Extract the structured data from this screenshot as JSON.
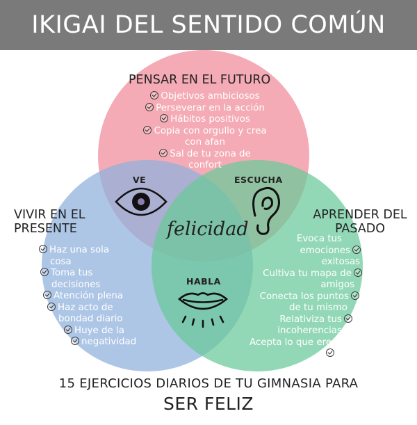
{
  "header": {
    "title": "IKIGAI DEL SENTIDO COMÚN"
  },
  "colors": {
    "red_circle": "#f08b98",
    "blue_circle": "#8fb0dc",
    "green_circle": "#69c99a",
    "header_bg": "#7a7a7a"
  },
  "circles": {
    "top": {
      "label": "PENSAR EN EL FUTURO",
      "items": [
        "Objetivos ambiciosos",
        "Perseverar en la acción",
        "Hábitos positivos",
        "Copia con orgullo y crea",
        "con afan",
        "Sal de tu zona de",
        "confort"
      ]
    },
    "left": {
      "label_line1": "VIVIR EN EL",
      "label_line2": "PRESENTE",
      "items": [
        "Haz una sola",
        "cosa",
        "Toma tus",
        "decisiones",
        "Atención plena",
        "Haz acto de",
        "bondad diario",
        "Huye de la",
        "negatividad"
      ]
    },
    "right": {
      "label_line1": "APRENDER DEL",
      "label_line2": "PASADO",
      "items": [
        "Evoca tus",
        "emociones",
        "exitosas",
        "Cultiva tu mapa de",
        "amigos",
        "Conecta los puntos",
        "de tu mismo",
        "Relativiza tus",
        "incoherencias",
        "Acepta lo que eres"
      ]
    }
  },
  "senses": {
    "see": "VE",
    "listen": "ESCUCHA",
    "speak": "HABLA"
  },
  "icons": {
    "see": "eye-icon",
    "listen": "ear-icon",
    "speak": "lips-icon"
  },
  "center": "felicidad",
  "footer": {
    "line1": "15 EJERCICIOS DIARIOS DE TU GIMNASIA PARA",
    "line2": "SER FELIZ"
  }
}
